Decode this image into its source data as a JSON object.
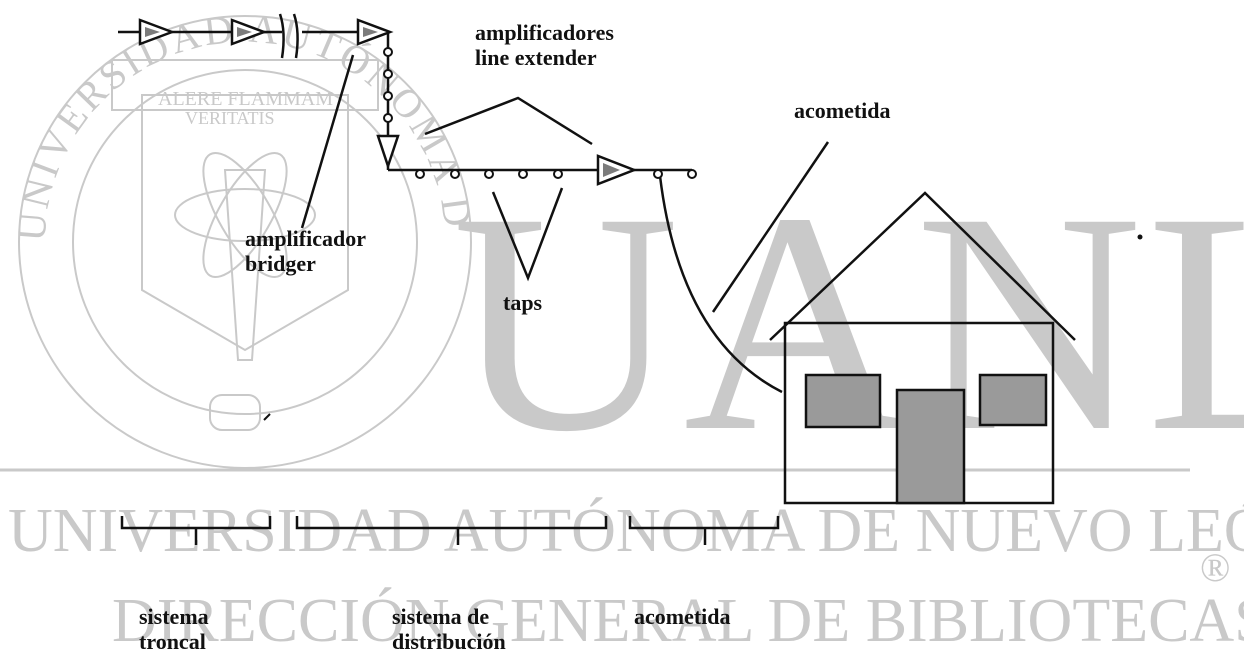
{
  "watermark": {
    "seal_text": "UNIVERSIDAD AUTÓNOMA DE NUEVO LEÓN",
    "motto_line1": "ALERE FLAMMAM",
    "motto_line2": "VERITATIS",
    "big_letters": "UANL",
    "university_line": "UNIVERSIDAD AUTÓNOMA DE NUEVO LEÓN",
    "registered_mark": "®",
    "library_line": "DIRECCIÓN GENERAL DE BIBLIOTECAS",
    "color": "#c9c9c9"
  },
  "labels": {
    "line_extender_line1": "amplificadores",
    "line_extender_line2": "line extender",
    "acometida_top": "acometida",
    "bridger_line1": "amplificador",
    "bridger_line2": "bridger",
    "taps": "taps"
  },
  "sections": [
    {
      "line1": "sistema",
      "line2": "troncal"
    },
    {
      "line1": "sistema de",
      "line2": "distribución"
    },
    {
      "line1": "acometida",
      "line2": ""
    }
  ],
  "colors": {
    "ink": "#111111",
    "window_fill": "#9a9a9a"
  }
}
